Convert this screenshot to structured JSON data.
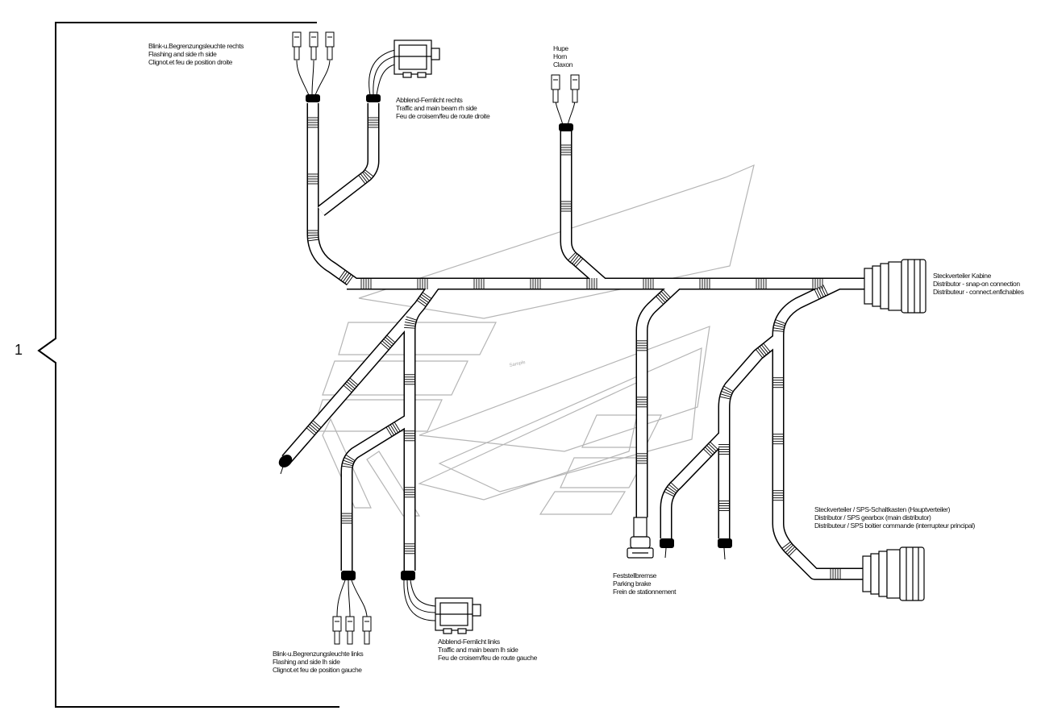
{
  "item_number": "1",
  "watermark": "Sample",
  "labels": {
    "blink_right": [
      "Blink-u.Begrenzungsleuchte rechts",
      "Flashing and side rh side",
      "Clignot.et feu de position droite"
    ],
    "headlight_right": [
      "Abblend-Fernlicht rechts",
      "Traffic and main beam rh side",
      "Feu de croisem/feu de route droite"
    ],
    "horn": [
      "Hupe",
      "Horn",
      "Claxon"
    ],
    "distributor_cab": [
      "Steckverteiler Kabine",
      "Distributor - snap-on connection",
      "Distributeur - connect.enfichables"
    ],
    "distributor_main": [
      "Steckverteiler / SPS-Schaltkasten (Hauptverteiler)",
      "Distributor / SPS gearbox (main distributor)",
      "Distributeur / SPS boitier commande (interrupteur principal)"
    ],
    "parking_brake": [
      "Feststellbremse",
      "Parking brake",
      "Frein de stationnement"
    ],
    "blink_left": [
      "Blink-u.Begrenzungsleuchte links",
      "Flashing and side lh side",
      "Clignot.et feu de position gauche"
    ],
    "headlight_left": [
      "Abblend-Fernlicht links",
      "Traffic and main beam lh side",
      "Feu de croisem/feu de route gauche"
    ]
  }
}
